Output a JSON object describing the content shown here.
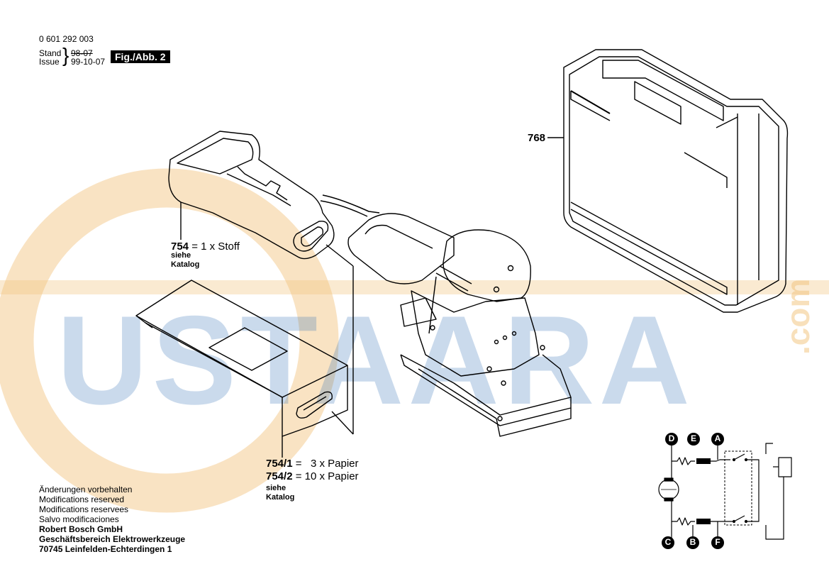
{
  "header": {
    "part_number": "0 601 292 003",
    "stand_label": "Stand",
    "issue_label": "Issue",
    "stand_date": "98-07",
    "issue_date": "99-10-07",
    "figure_label": "Fig./Abb. 2"
  },
  "watermark": {
    "text": "USTAARA",
    "suffix": ".com",
    "color": "#2f6fb5",
    "ring_color": "#f2c27a"
  },
  "parts": {
    "case": {
      "number": "768"
    },
    "cloth_bag": {
      "number": "754",
      "desc": "= 1 x Stoff",
      "note1": "siehe",
      "note2": "Katalog"
    },
    "paper_bags": {
      "line1_number": "754/1",
      "line1_desc": "=   3 x Papier",
      "line2_number": "754/2",
      "line2_desc": "= 10 x Papier",
      "note1": "siehe",
      "note2": "Katalog"
    }
  },
  "footer": {
    "lines": [
      "Änderungen vorbehalten",
      "Modifications reserved",
      "Modifications reservees",
      "Salvo modificaciones"
    ],
    "company_lines": [
      "Robert Bosch GmbH",
      "Geschäftsbereich Elektrowerkzeuge",
      "70745 Leinfelden-Echterdingen 1"
    ]
  },
  "circuit": {
    "terminals": [
      "D",
      "E",
      "A",
      "C",
      "B",
      "F"
    ]
  }
}
